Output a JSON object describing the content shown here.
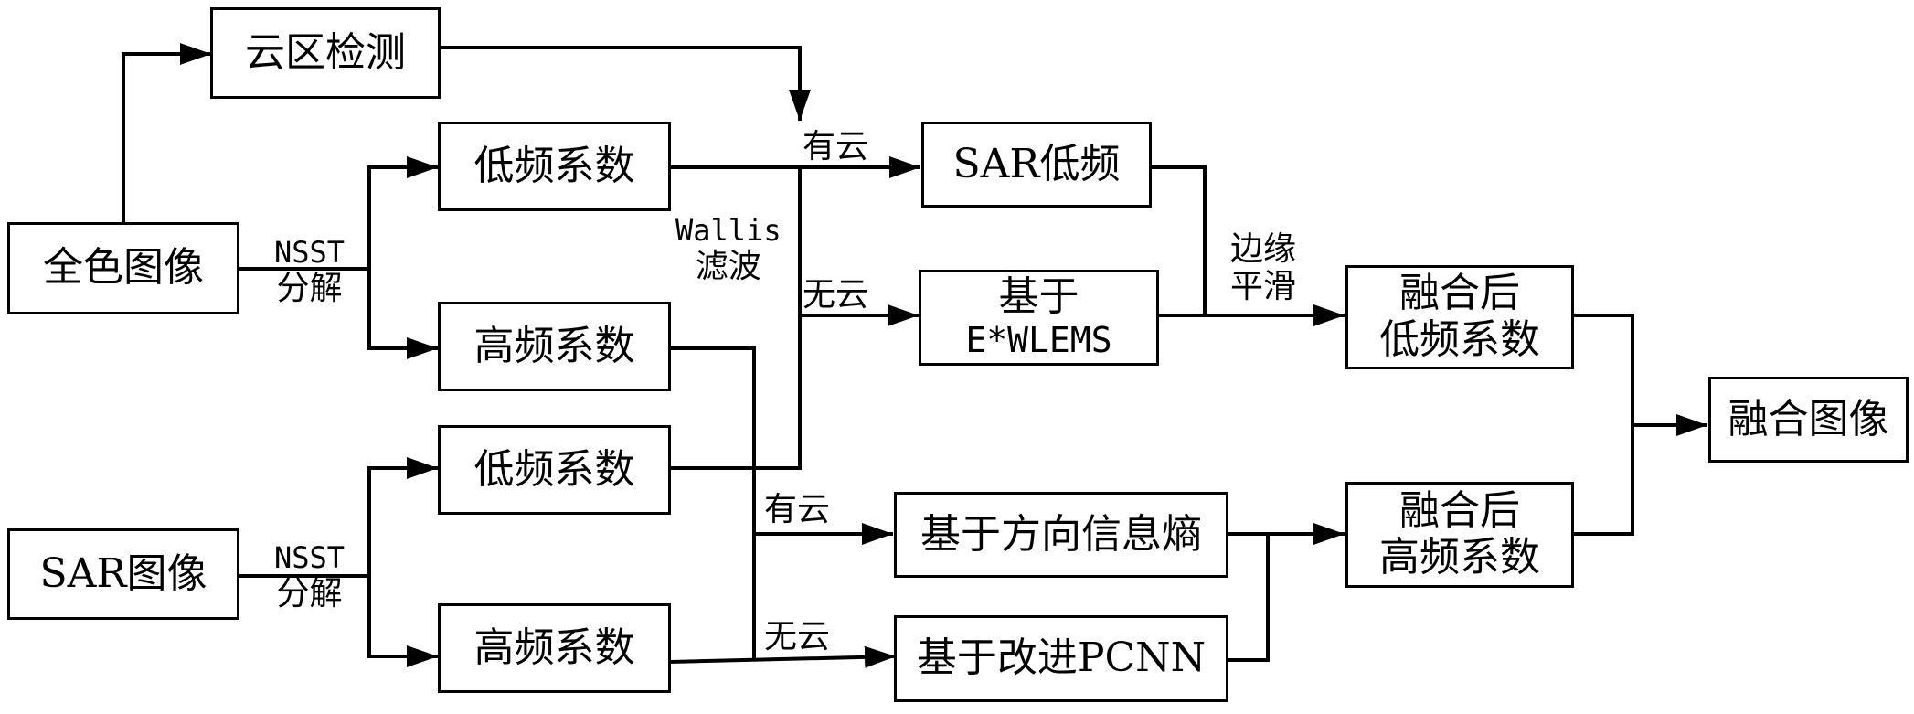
{
  "nodes": {
    "cloud_detection": "云区检测",
    "pan_image": "全色图像",
    "sar_image": "SAR图像",
    "pan_low": "低频系数",
    "pan_high": "高频系数",
    "sar_low": "低频系数",
    "sar_high": "高频系数",
    "sar_lowfreq": "SAR低频",
    "ewlems_line1": "基于",
    "ewlems_line2": "E*WLEMS",
    "dir_entropy": "基于方向信息熵",
    "pcnn": "基于改进PCNN",
    "fused_low_line1": "融合后",
    "fused_low_line2": "低频系数",
    "fused_high_line1": "融合后",
    "fused_high_line2": "高频系数",
    "fused_image": "融合图像"
  },
  "labels": {
    "nsst_top_1": "NSST",
    "nsst_top_2": "分解",
    "nsst_bottom_1": "NSST",
    "nsst_bottom_2": "分解",
    "wallis_1": "Wallis",
    "wallis_2": "滤波",
    "cloudy_top": "有云",
    "clear_top": "无云",
    "cloudy_bottom": "有云",
    "clear_bottom": "无云",
    "edge_1": "边缘",
    "edge_2": "平滑"
  }
}
